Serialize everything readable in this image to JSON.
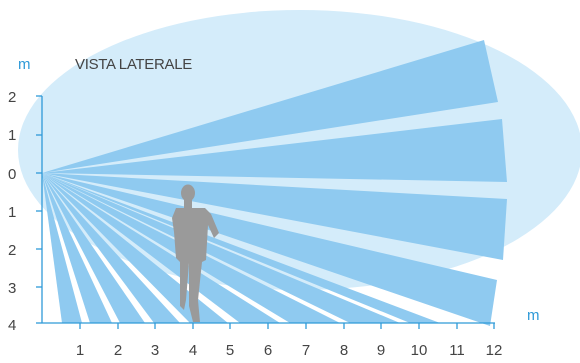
{
  "diagram": {
    "title": "VISTA LATERALE",
    "y_unit": "m",
    "x_unit": "m",
    "y_ticks": [
      "2",
      "1",
      "0",
      "1",
      "2",
      "3",
      "4"
    ],
    "x_ticks": [
      "1",
      "2",
      "3",
      "4",
      "5",
      "6",
      "7",
      "8",
      "9",
      "10",
      "11",
      "12"
    ]
  },
  "colors": {
    "zone_fill": "#d4ecfa",
    "beam_fill": "#8fcaf0",
    "axis": "#2f9ad8",
    "figure": "#9a9a9a",
    "text": "#444444",
    "unit_label": "#2f9ad8"
  }
}
